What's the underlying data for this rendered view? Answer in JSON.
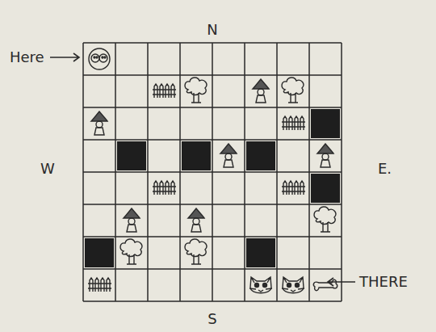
{
  "diagram": {
    "labels": [
      "N",
      "S",
      "W",
      "E.",
      "Here",
      "THERE"
    ]
  }
}
